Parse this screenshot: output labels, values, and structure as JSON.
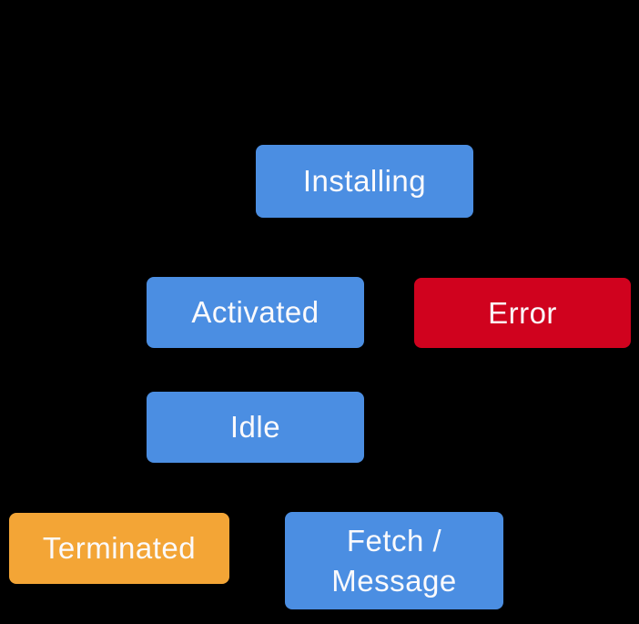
{
  "diagram": {
    "background_color": "#000000",
    "colors": {
      "state_blue": "#4b8ee2",
      "error_red": "#d0021e",
      "terminated_orange": "#f3a536",
      "label_text": "#fbfafc"
    },
    "nodes": [
      {
        "id": "installing",
        "label": "Installing",
        "type": "state"
      },
      {
        "id": "activated",
        "label": "Activated",
        "type": "state"
      },
      {
        "id": "error",
        "label": "Error",
        "type": "error"
      },
      {
        "id": "idle",
        "label": "Idle",
        "type": "state"
      },
      {
        "id": "terminated",
        "label": "Terminated",
        "type": "terminated"
      },
      {
        "id": "fetch-message",
        "label": "Fetch / Message",
        "lines": [
          "Fetch /",
          "Message"
        ],
        "type": "state"
      }
    ]
  }
}
